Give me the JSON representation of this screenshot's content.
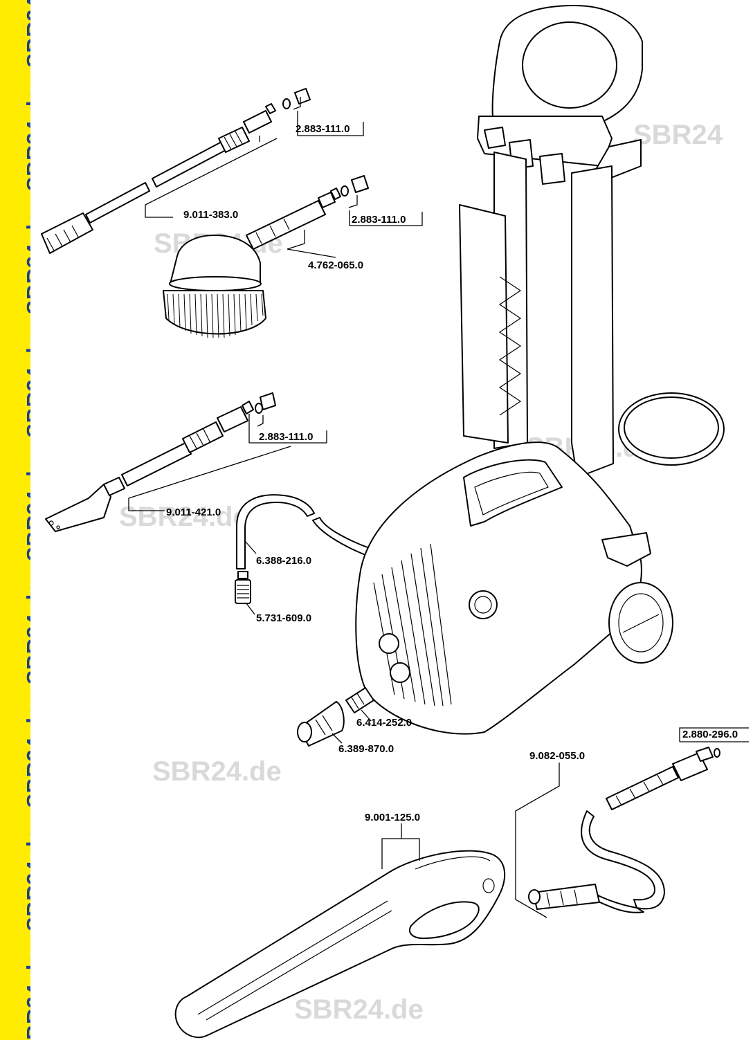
{
  "banner": {
    "text": "BR24.de • SBR24.de • SBR24.de • SBR24.de • SBR24.de • SBR24.de • SBR24.de • SBR24.de • SBR24."
  },
  "watermarks": [
    "SBR24",
    "SBR24.de",
    "SBR24.de",
    "SBR24.de",
    "SBR24.de",
    "SBR24.de"
  ],
  "labels": {
    "lance_nozzle_seal": "2.883-111.0",
    "lance": "9.011-383.0",
    "brush_seal": "2.883-111.0",
    "brush": "4.762-065.0",
    "dirt_blaster_seal": "2.883-111.0",
    "dirt_blaster": "9.011-421.0",
    "suction_hose": "6.388-216.0",
    "filter": "5.731-609.0",
    "adapter": "6.414-252.0",
    "coupling": "6.389-870.0",
    "hp_hose": "9.082-055.0",
    "hp_hose_seal": "2.880-296.0",
    "trigger_gun": "9.001-125.0"
  },
  "colors": {
    "banner_bg": "#ffec00",
    "banner_text": "#1d3f8f",
    "watermark": "#d9d9d9"
  }
}
